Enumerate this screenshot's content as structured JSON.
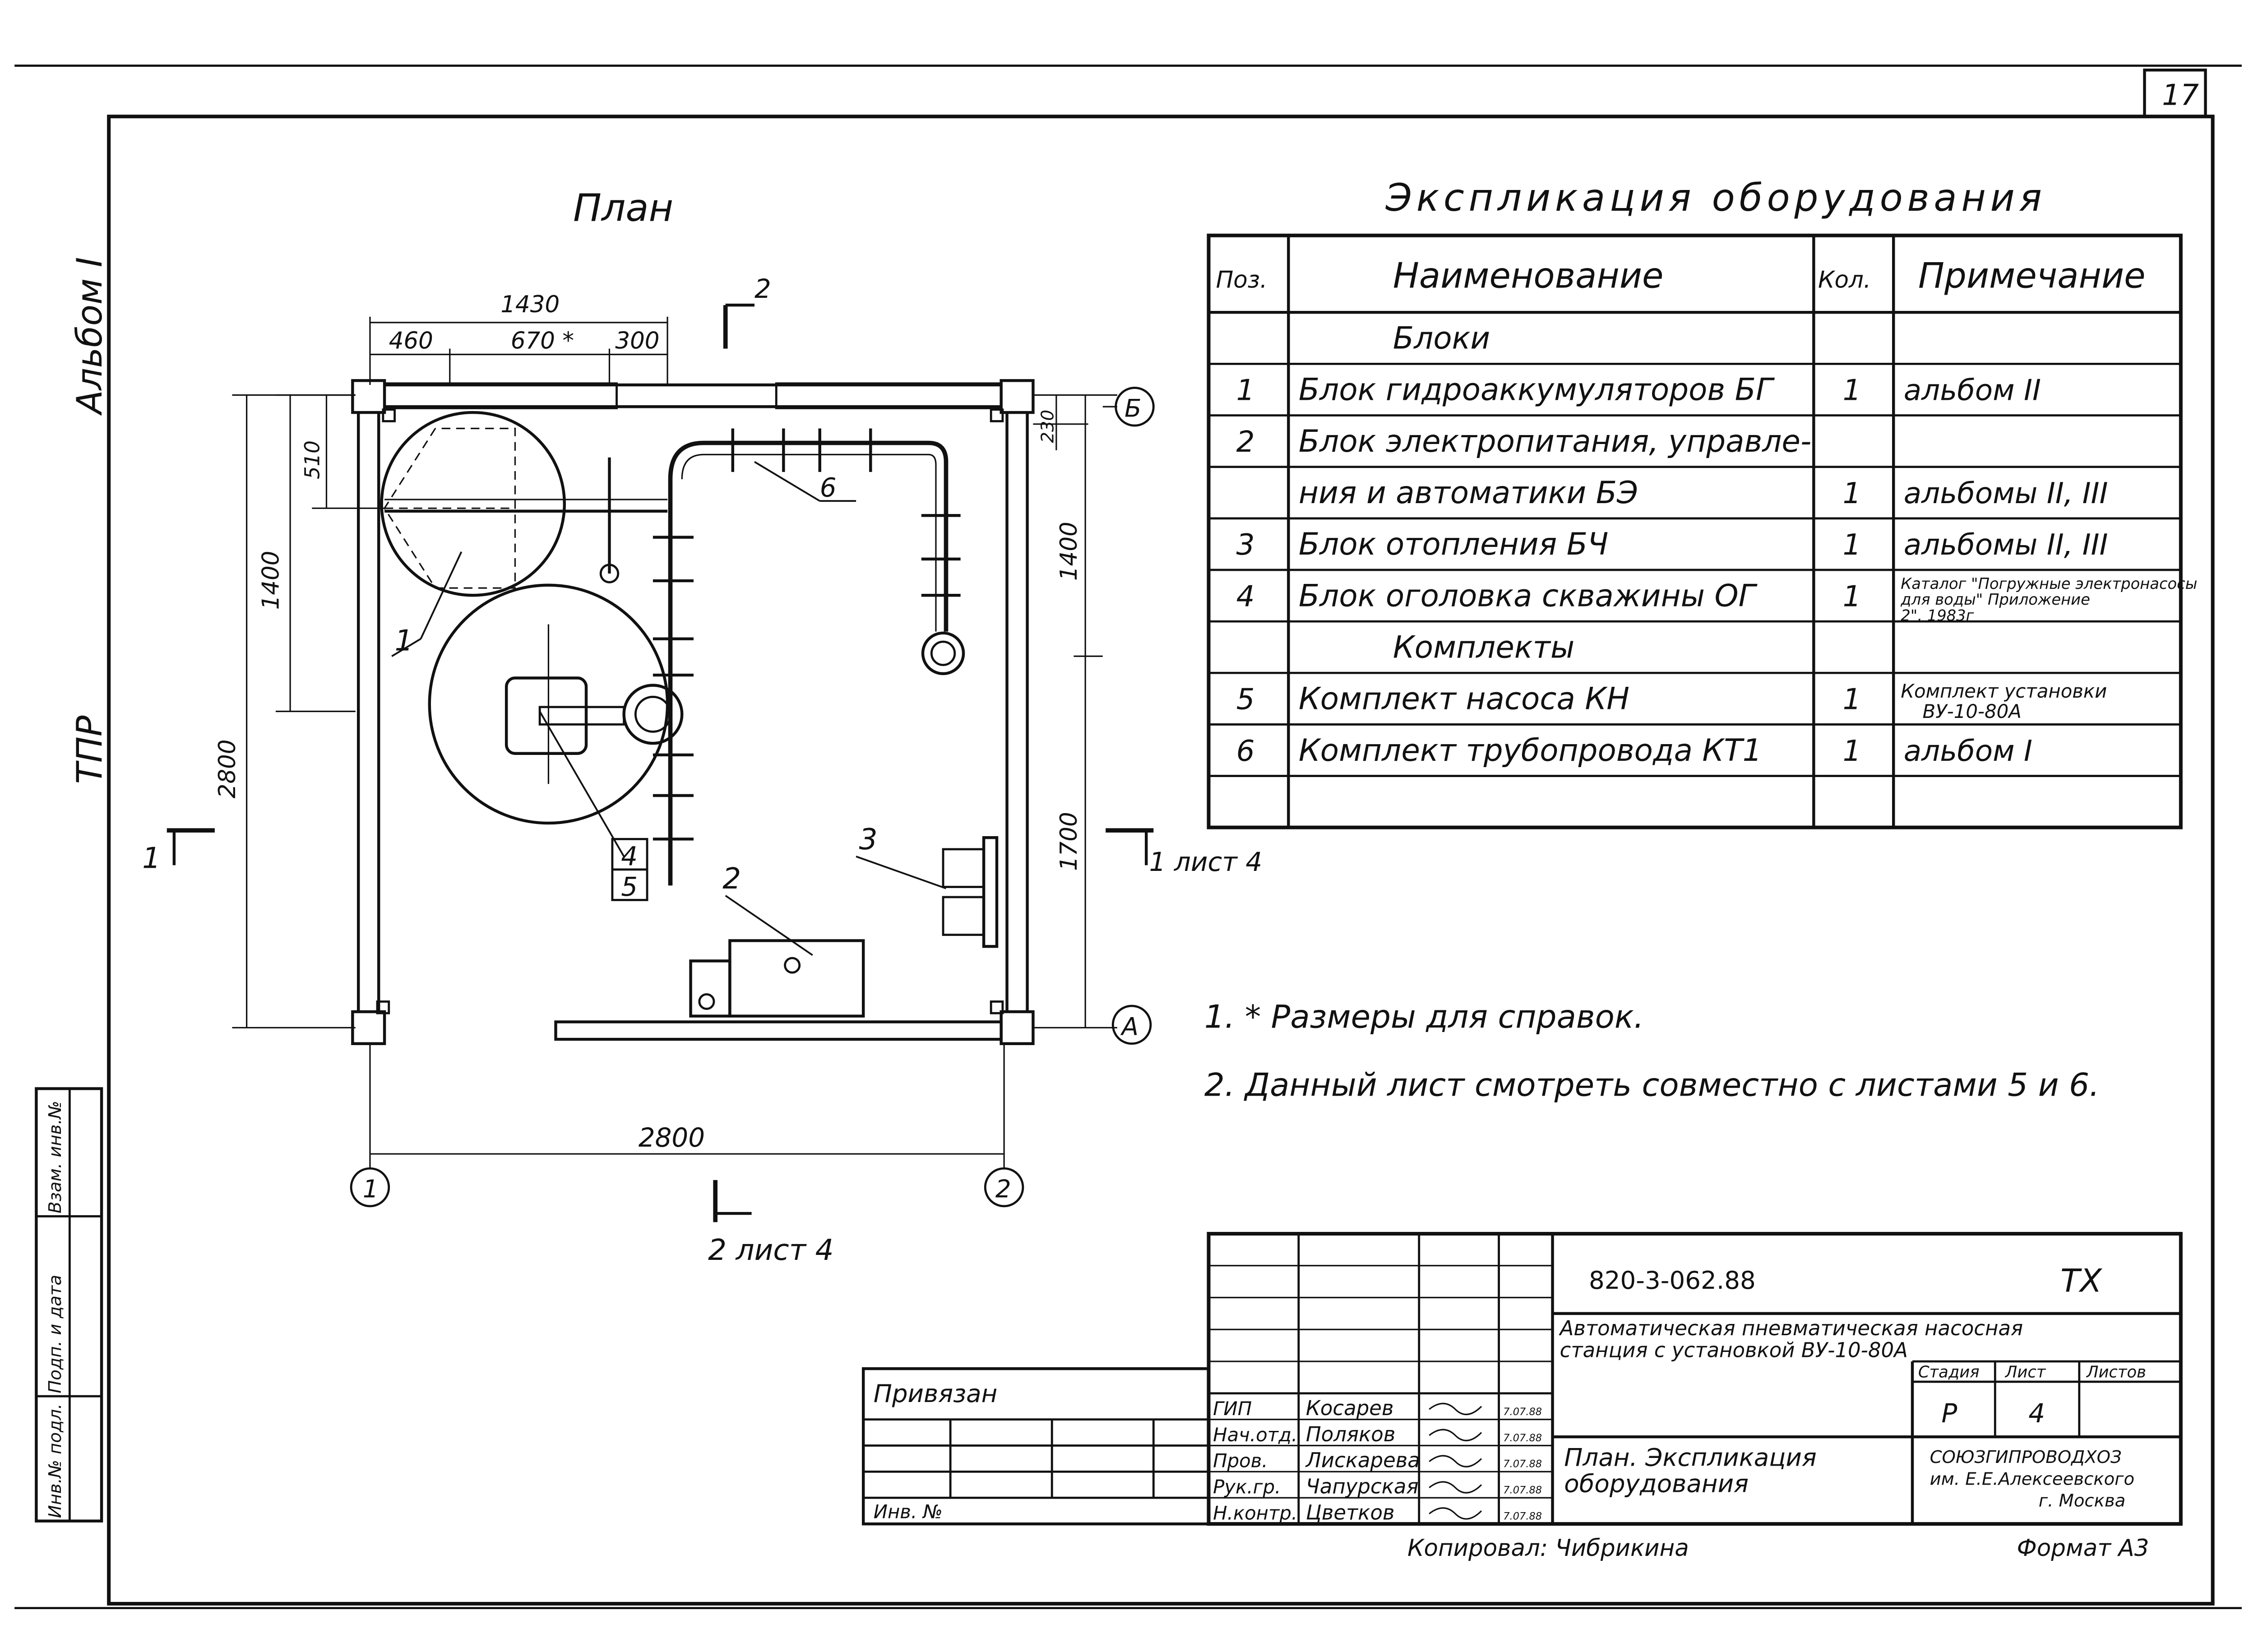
{
  "sheet_number": "17",
  "side_labels": {
    "album": "Альбом I",
    "tpp": "ТПР"
  },
  "left_strip": {
    "inv_orig": "Инв.№ подл.",
    "sign_date": "Подп. и дата",
    "replace_inv": "Взам. инв.№"
  },
  "plan": {
    "title": "План",
    "dims": {
      "top_total": "1430",
      "top_seg1": "460",
      "top_seg2": "670 *",
      "top_seg3": "300",
      "left_total": "2800",
      "left_upper": "1400",
      "left_small": "510",
      "right_upper": "1400",
      "right_lower": "1700",
      "right_small": "230",
      "bottom_total": "2800"
    },
    "axes": {
      "b": "Б",
      "a": "А",
      "one": "1",
      "two": "2"
    },
    "section_top": "2",
    "section_left": "1",
    "section_right": "1 лист 4",
    "section_bottom": "2 лист 4",
    "callouts": {
      "c1": "1",
      "c2": "2",
      "c3": "3",
      "c4": "4",
      "c5": "5",
      "c6": "6"
    }
  },
  "explication": {
    "title": "Экспликация оборудования",
    "headers": {
      "pos": "Поз.",
      "name": "Наименование",
      "qty": "Кол.",
      "note": "Примечание"
    },
    "rows": [
      {
        "pos": "",
        "name": "Блоки",
        "qty": "",
        "note": ""
      },
      {
        "pos": "1",
        "name": "Блок гидроаккумуляторов БГ",
        "qty": "1",
        "note": "альбом II"
      },
      {
        "pos": "2",
        "name": "Блок электропитания, управле-",
        "qty": "",
        "note": ""
      },
      {
        "pos": "",
        "name": "ния и автоматики БЭ",
        "qty": "1",
        "note": "альбомы II, III"
      },
      {
        "pos": "3",
        "name": "Блок отопления БЧ",
        "qty": "1",
        "note": "альбомы II, III"
      },
      {
        "pos": "4",
        "name": "Блок оголовка скважины ОГ",
        "qty": "1",
        "note": "Каталог \"Погружные электронасосы для воды\" Приложение 2\", 1983г"
      },
      {
        "pos": "",
        "name": "Комплекты",
        "qty": "",
        "note": ""
      },
      {
        "pos": "5",
        "name": "Комплект насоса КН",
        "qty": "1",
        "note": "Комплект установки ВУ-10-80А"
      },
      {
        "pos": "6",
        "name": "Комплект трубопровода КТ1",
        "qty": "1",
        "note": "альбом I"
      },
      {
        "pos": "",
        "name": "",
        "qty": "",
        "note": ""
      }
    ]
  },
  "notes": [
    "1. * Размеры для справок.",
    "2. Данный лист смотреть совместно с листами 5 и 6."
  ],
  "stamp": {
    "doc_code": "820-3-062.88",
    "mark": "ТХ",
    "project_name": "Автоматическая пневматическая насосная станция с установкой ВУ-10-80А",
    "stage_label": "Стадия",
    "sheet_label": "Лист",
    "sheets_label": "Листов",
    "stage": "Р",
    "sheet": "4",
    "sheets": "",
    "sheet_title": "План. Экспликация оборудования",
    "org": "СОЮЗГИПРОВОДХОЗ им. Е.Е.Алексеевского г. Москва",
    "bound": "Привязан",
    "inv": "Инв. №",
    "roles": [
      {
        "role": "ГИП",
        "name": "Косарев",
        "date": "7.07.88"
      },
      {
        "role": "Нач.отд.",
        "name": "Поляков",
        "date": "7.07.88"
      },
      {
        "role": "Пров.",
        "name": "Лискарева",
        "date": "7.07.88"
      },
      {
        "role": "Рук.гр.",
        "name": "Чапурская",
        "date": "7.07.88"
      },
      {
        "role": "Н.контр.",
        "name": "Цветков",
        "date": "7.07.88"
      }
    ],
    "copied": "Копировал: Чибрикина",
    "format": "Формат А3"
  }
}
